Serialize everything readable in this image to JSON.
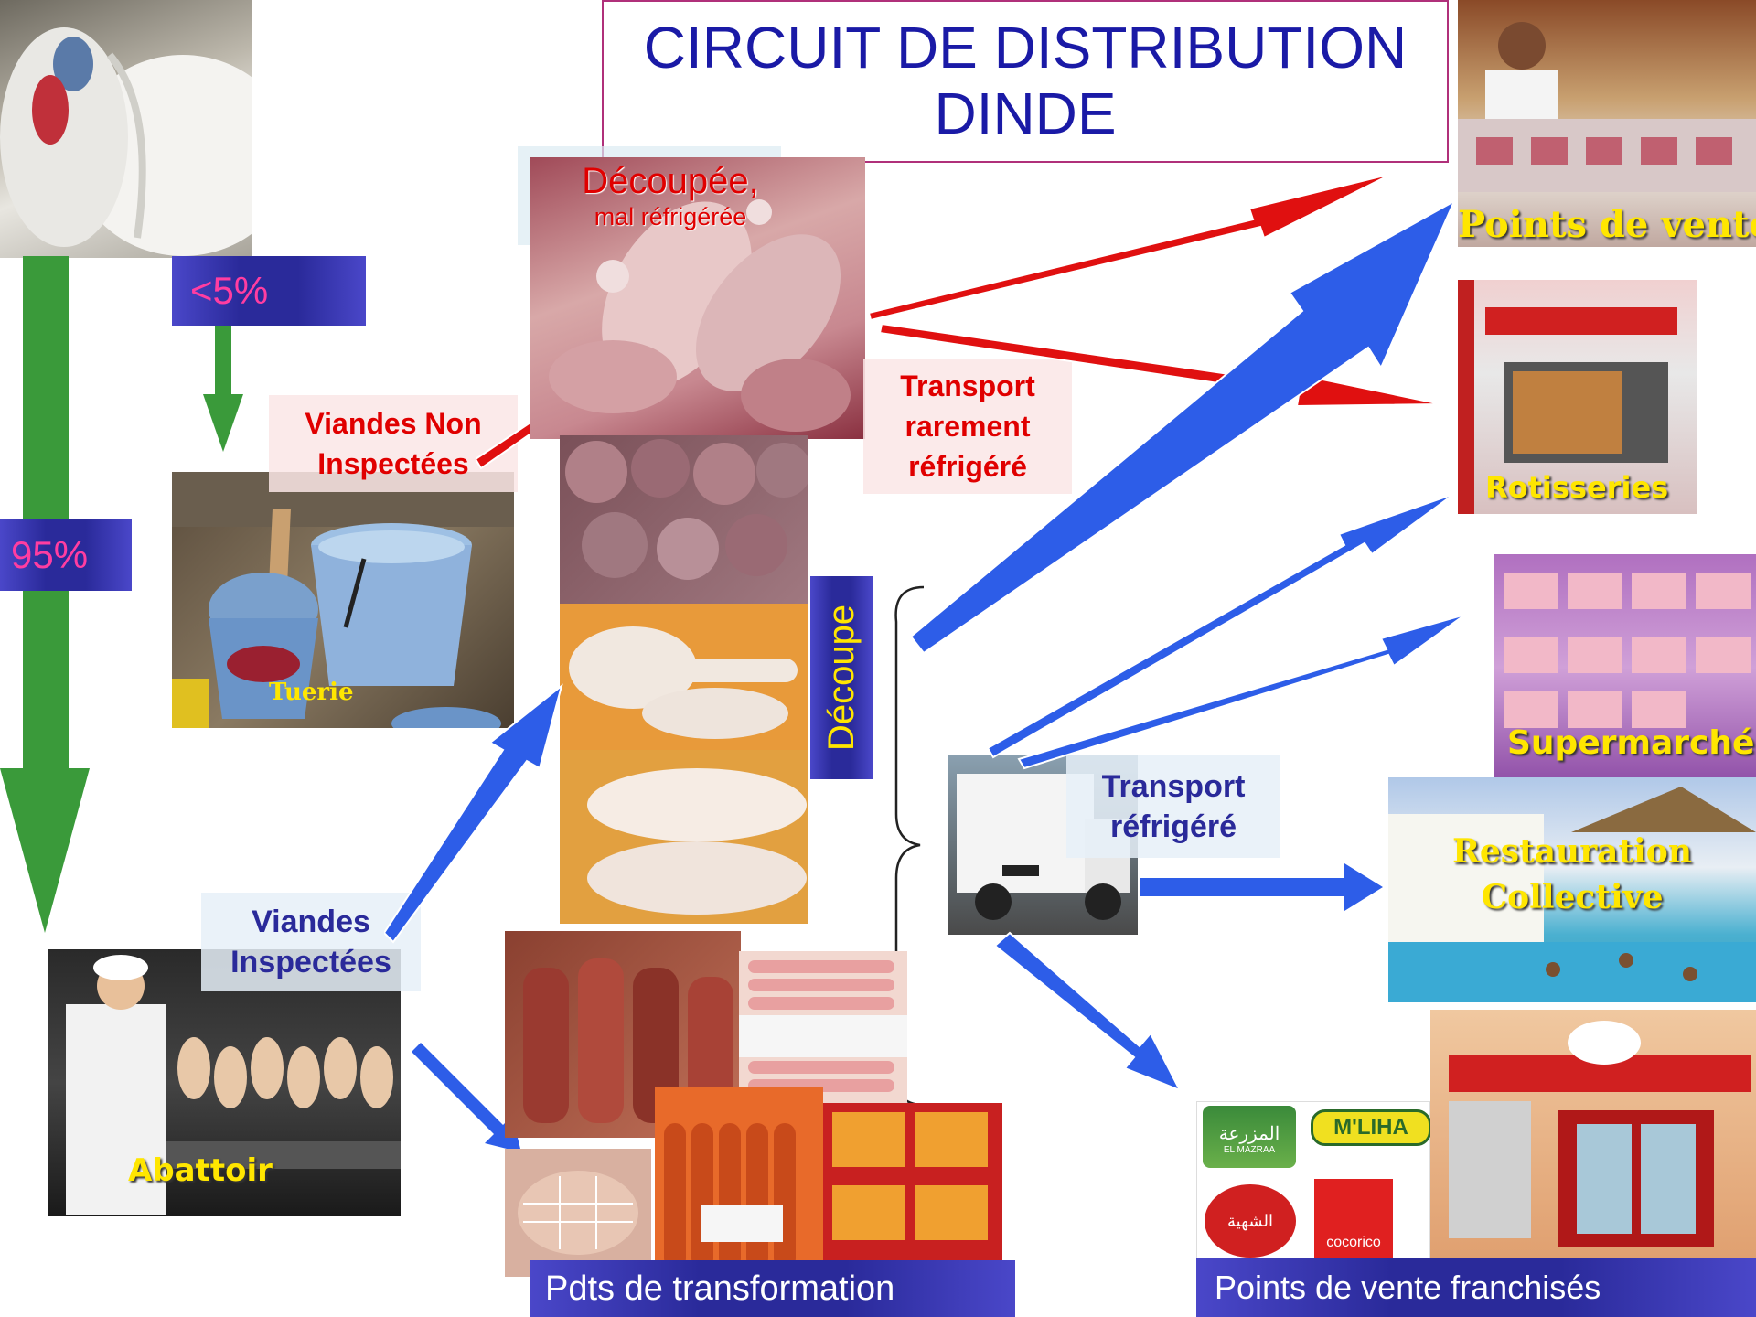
{
  "title": {
    "line1": "CIRCUIT DE DISTRIBUTION",
    "line2": "DINDE"
  },
  "percent_small": "<5%",
  "percent_large": "95%",
  "labels": {
    "non_inspected": "Viandes Non Inspectées",
    "decoupee_line1": "Découpée,",
    "decoupee_line2": "mal réfrigérée",
    "transport_rare": "Transport rarement réfrigéré",
    "tuerie": "Tuerie",
    "decoupe": "Découpe",
    "inspected": "Viandes Inspectées",
    "abattoir": "Abattoir",
    "transport_ref": "Transport réfrigéré",
    "pdts_transformation": "Pdts de transformation",
    "points_vente": "Points de vente",
    "rotisseries": "Rotisseries",
    "supermarche": "Supermarché",
    "restauration": "Restauration Collective",
    "franchises": "Points de vente franchisés"
  },
  "logos": {
    "mazraa_ar": "المزرعة",
    "mazraa_en": "EL MAZRAA",
    "mliha": "M'LIHA",
    "chahia_ar": "الشهية",
    "cocorico": "cocorico"
  },
  "colors": {
    "green_arrow": "#3a9a3a",
    "red_arrow": "#e01010",
    "blue_arrow": "#2d5de8",
    "title_text": "#1a1aa6",
    "title_border": "#b0307a"
  }
}
